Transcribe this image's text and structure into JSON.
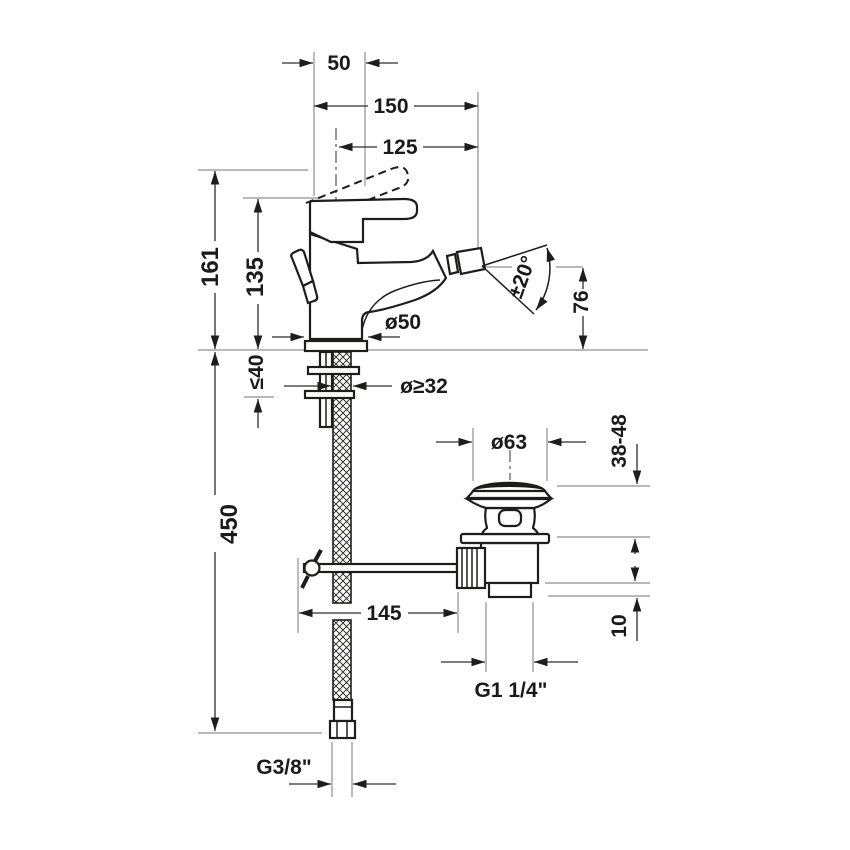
{
  "drawing": {
    "type": "technical-dimension-drawing",
    "units": "mm",
    "colors": {
      "object_line": "#1d1d1b",
      "dimension_line": "#2e2e2e",
      "datum_line": "#8f8f8f",
      "background": "#ffffff"
    },
    "labels": {
      "handle_offset": "50",
      "overall_projection": "150",
      "spout_projection": "125",
      "height_total": "161",
      "height_body": "135",
      "deck_max": "≤40",
      "hose_length": "450",
      "base_diameter": "ø50",
      "hole_diameter": "ø≥32",
      "spray_swivel": "±20°",
      "spout_height": "76",
      "waste_flange_diameter": "ø63",
      "waste_adjust_range": "38-48",
      "waste_collar": "10",
      "rod_length": "145",
      "waste_thread": "G1 1/4\"",
      "hose_thread": "G3/8\""
    }
  }
}
